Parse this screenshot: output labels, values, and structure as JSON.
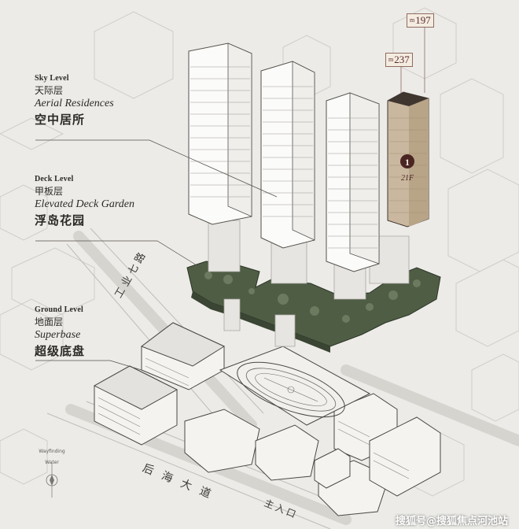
{
  "sky_level": {
    "title": "Sky Level",
    "cn": "天际层",
    "en": "Aerial Residences",
    "cn_big": "空中居所"
  },
  "deck_level": {
    "title": "Deck Level",
    "cn": "甲板层",
    "en": "Elevated Deck Garden",
    "cn_big": "浮岛花园"
  },
  "ground_level": {
    "title": "Ground Level",
    "cn": "地面层",
    "en": "Superbase",
    "cn_big": "超级底盘"
  },
  "height_tags": [
    {
      "number": "197",
      "unit": "m"
    },
    {
      "number": "237",
      "unit": "m"
    }
  ],
  "tower_badge": {
    "number": "1",
    "floors": "21F"
  },
  "roads": {
    "industrial_7th": "工业七路",
    "houhai_avenue": "后海大道",
    "main_entrance": "主入口"
  },
  "compass": {
    "top": "Wayfinding",
    "bottom": "Water"
  },
  "watermark": "搜狐号@搜狐焦点河池站",
  "colors": {
    "background": "#ecebe7",
    "deck_garden": "#4f5d45",
    "tower_highlight": "#c9b89f",
    "tag_border": "#8f6b61"
  }
}
